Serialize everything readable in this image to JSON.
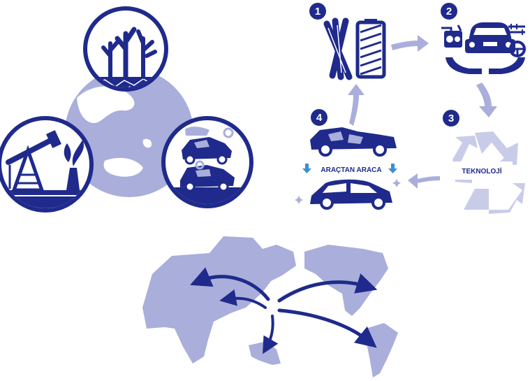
{
  "cycle": {
    "steps": [
      {
        "number": "1"
      },
      {
        "number": "2"
      },
      {
        "number": "3"
      },
      {
        "number": "4"
      }
    ],
    "technology_label": "TEKNOLOJİ",
    "vehicle_to_vehicle_label": "ARAÇTAN ARACA"
  },
  "colors": {
    "navy": "#1f2a8c",
    "lavender": "#a9aedb",
    "light": "#c9cce9",
    "white": "#ffffff"
  }
}
